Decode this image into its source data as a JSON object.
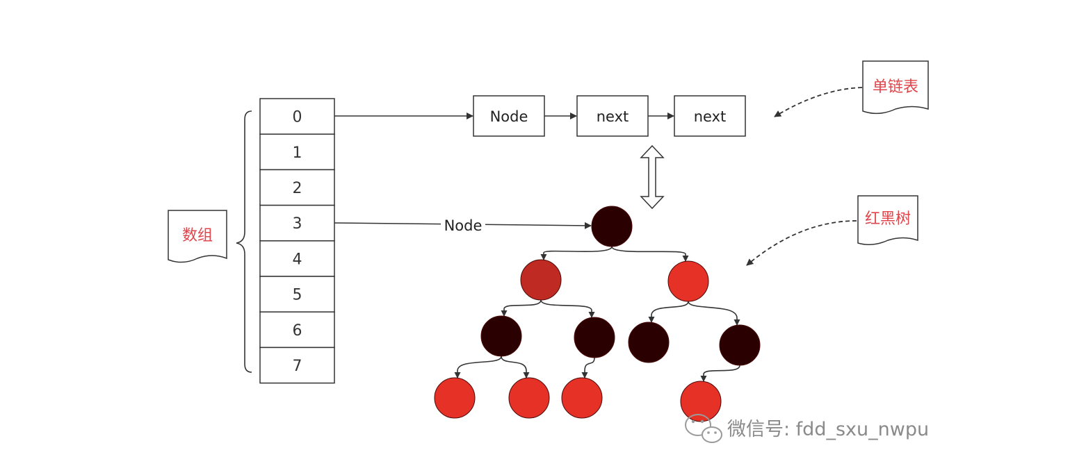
{
  "array": {
    "label": "数组",
    "cells": [
      "0",
      "1",
      "2",
      "3",
      "4",
      "5",
      "6",
      "7"
    ]
  },
  "linked_list": {
    "label": "单链表",
    "nodes": [
      "Node",
      "next",
      "next"
    ]
  },
  "tree": {
    "label": "红黑树",
    "link_label": "Node",
    "colors": {
      "black": "#2a0000",
      "red": "#e53126",
      "dark_red": "#bf2a22"
    }
  },
  "watermark": {
    "text": "微信号: fdd_sxu_nwpu"
  }
}
